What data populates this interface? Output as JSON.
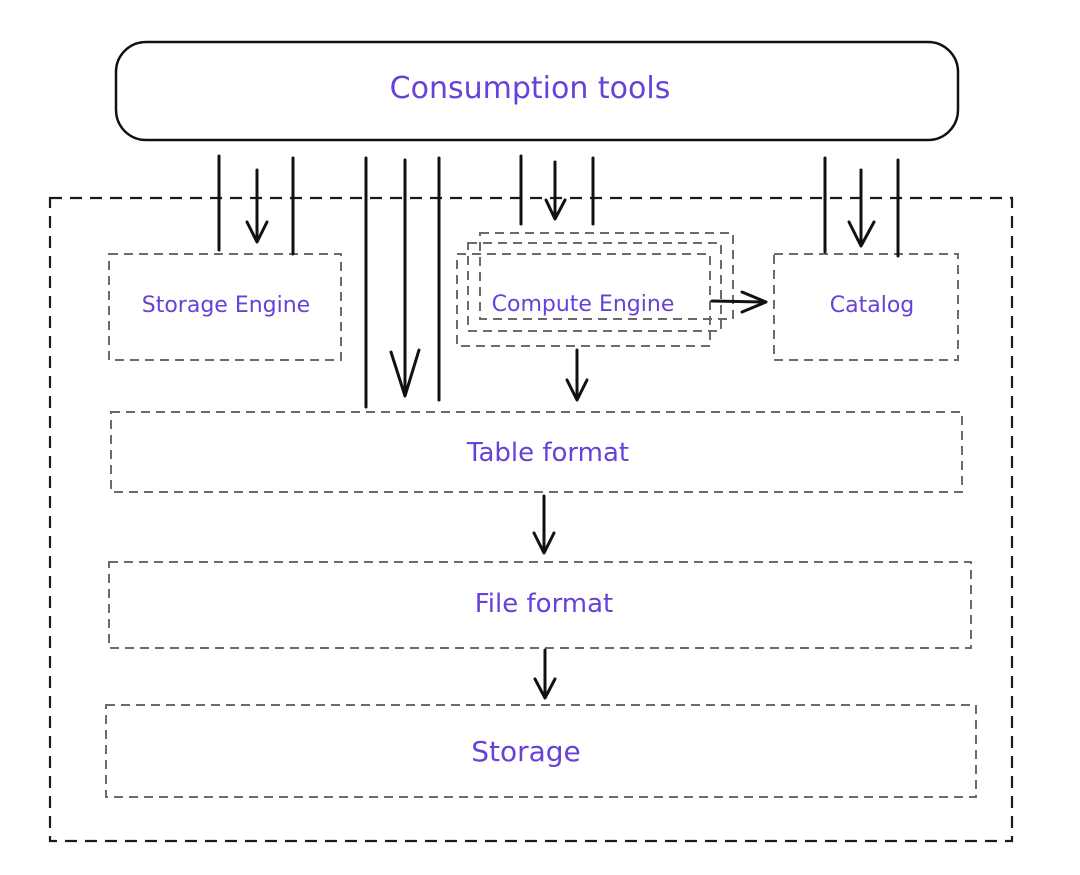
{
  "diagram": {
    "consumption_tools": "Consumption tools",
    "storage_engine": "Storage Engine",
    "compute_engine": "Compute Engine",
    "catalog": "Catalog",
    "table_format": "Table format",
    "file_format": "File format",
    "storage": "Storage"
  },
  "colors": {
    "label_text": "#6741d9",
    "stroke": "#111111",
    "dashed_border": "#6b6b6b"
  }
}
